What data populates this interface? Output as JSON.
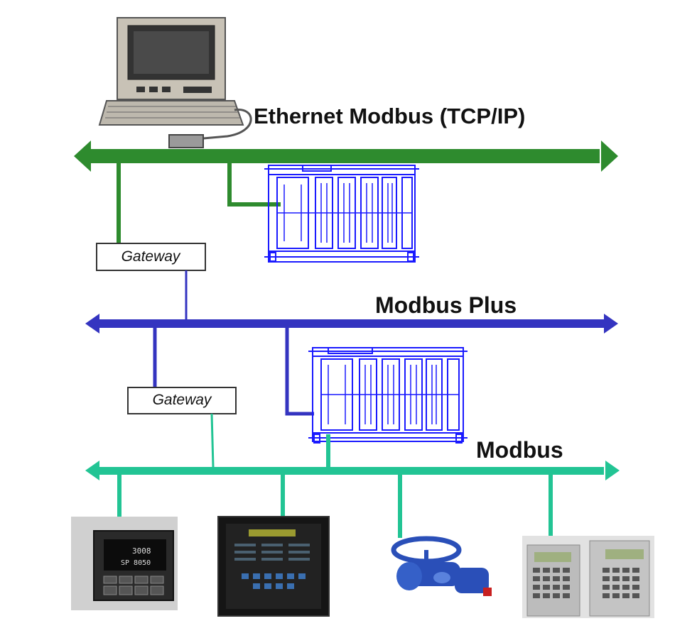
{
  "networks": {
    "ethernet": {
      "label": "Ethernet Modbus (TCP/IP)",
      "color": "#2e8b2e"
    },
    "modbus_plus": {
      "label": "Modbus Plus",
      "color": "#3434c0"
    },
    "modbus": {
      "label": "Modbus",
      "color": "#22c494"
    }
  },
  "gateways": [
    {
      "label": "Gateway",
      "between": [
        "ethernet",
        "modbus_plus"
      ]
    },
    {
      "label": "Gateway",
      "between": [
        "modbus_plus",
        "modbus"
      ]
    }
  ],
  "devices": {
    "computer": {
      "icon": "computer-workstation-icon",
      "network": "ethernet"
    },
    "plc_rack_1": {
      "icon": "plc-rack-icon",
      "network": "ethernet",
      "color": "#1a1aff"
    },
    "plc_rack_2": {
      "icon": "plc-rack-icon",
      "network": "modbus_plus",
      "color": "#1a1aff"
    },
    "field_devices": [
      {
        "icon": "process-controller-icon",
        "screen_lines": [
          "3008",
          "SP 8050"
        ]
      },
      {
        "icon": "power-meter-icon"
      },
      {
        "icon": "valve-actuator-icon"
      },
      {
        "icon": "display-terminals-icon"
      }
    ]
  }
}
